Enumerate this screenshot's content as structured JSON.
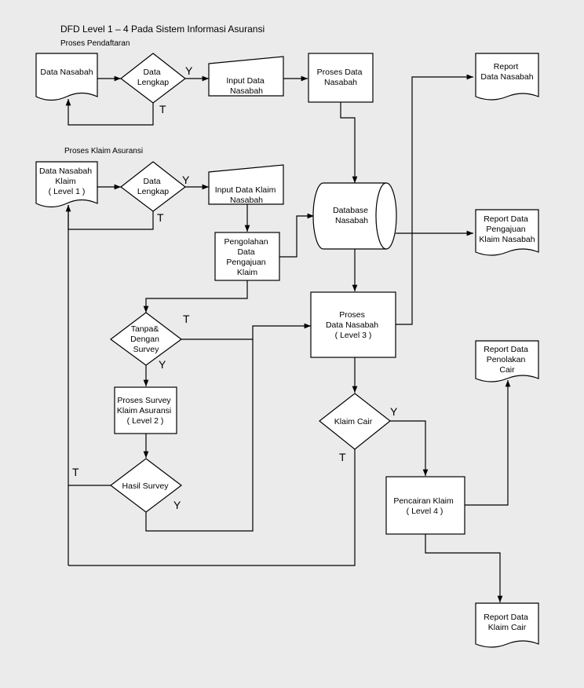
{
  "title": "DFD Level 1 – 4  Pada Sistem Informasi Asuransi",
  "sections": {
    "pendaftaran": "Proses Pendaftaran",
    "klaim": "Proses Klaim Asuransi"
  },
  "nodes": {
    "data_nasabah": [
      "Data Nasabah"
    ],
    "data_lengkap_1": [
      "Data",
      "Lengkap"
    ],
    "input_data_nasabah": [
      "Input Data",
      "Nasabah"
    ],
    "proses_data_nasabah": [
      "Proses Data",
      "Nasabah"
    ],
    "report_data_nasabah": [
      "Report",
      "Data Nasabah"
    ],
    "data_nasabah_klaim": [
      "Data Nasabah",
      "Klaim",
      "( Level 1 )"
    ],
    "data_lengkap_2": [
      "Data",
      "Lengkap"
    ],
    "input_data_klaim": [
      "Input Data Klaim",
      "Nasabah"
    ],
    "database_nasabah": [
      "Database",
      "Nasabah"
    ],
    "report_pengajuan": [
      "Report Data",
      "Pengajuan",
      "Klaim Nasabah"
    ],
    "pengolahan": [
      "Pengolahan",
      "Data",
      "Pengajuan",
      "Klaim"
    ],
    "tanpa_survey": [
      "Tanpa&",
      "Dengan",
      "Survey"
    ],
    "proses_level3": [
      "Proses",
      "Data Nasabah",
      "( Level 3 )"
    ],
    "report_penolakan": [
      "Report Data",
      "Penolakan",
      "Cair"
    ],
    "proses_survey": [
      "Proses Survey",
      "Klaim Asuransi",
      "( Level 2 )"
    ],
    "klaim_cair": [
      "Klaim Cair"
    ],
    "hasil_survey": [
      "Hasil Survey"
    ],
    "pencairan": [
      "Pencairan Klaim",
      "( Level 4 )"
    ],
    "report_klaim_cair": [
      "Report Data",
      "Klaim Cair"
    ]
  },
  "flow_labels": {
    "y": "Y",
    "t": "T"
  },
  "colors": {
    "background": "#ebebeb",
    "shape_fill": "#ffffff",
    "stroke": "#000000"
  }
}
